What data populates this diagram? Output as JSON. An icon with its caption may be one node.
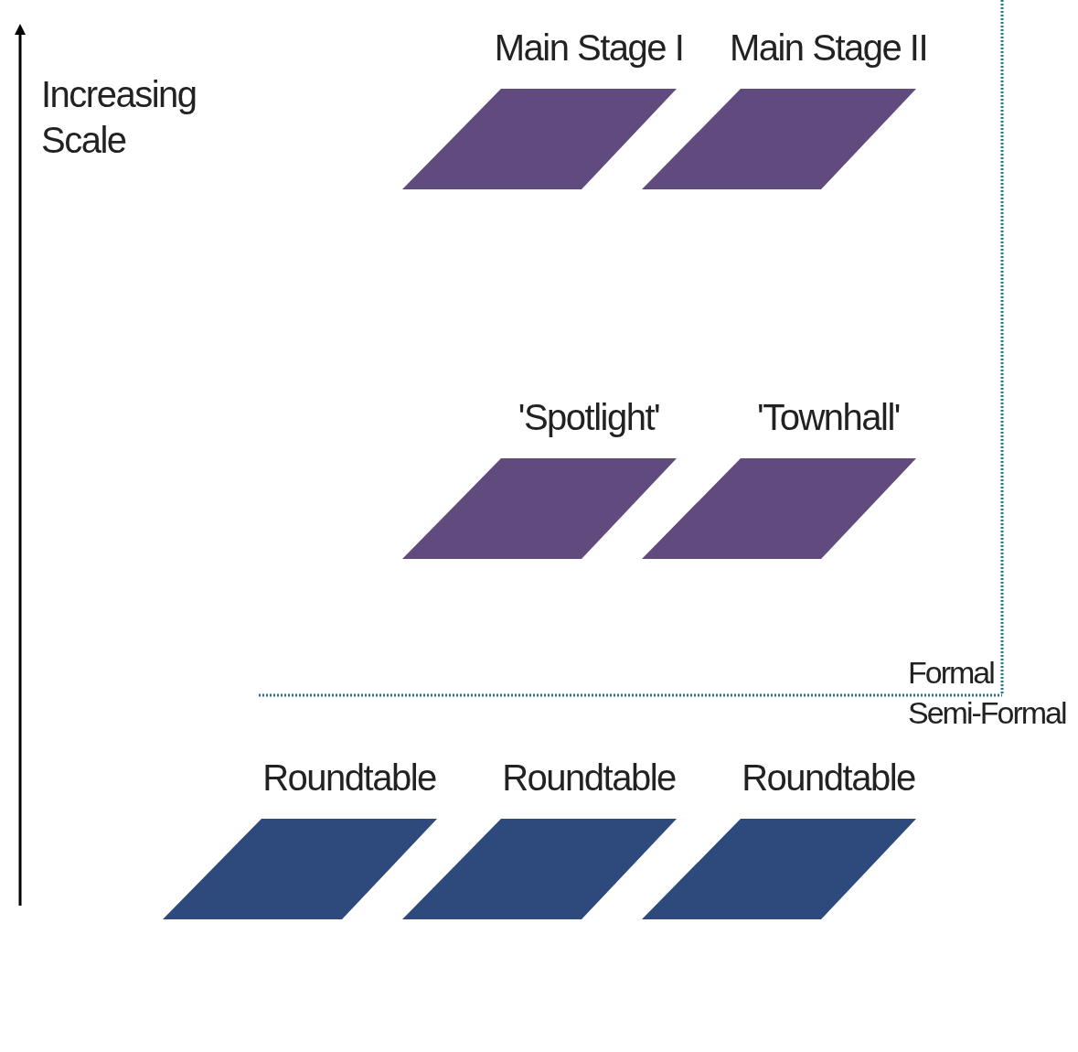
{
  "diagram": {
    "nodes": [
      {
        "text": [
          "Main Stage I"
        ]
      },
      {
        "text": [
          "Main Stage II"
        ]
      },
      {
        "text": [
          "'Spotlight'"
        ]
      },
      {
        "text": [
          "'Townhall'"
        ]
      },
      {
        "text": [
          "Roundtable"
        ]
      },
      {
        "text": [
          "Roundtable"
        ]
      },
      {
        "text": [
          "Roundtable"
        ]
      }
    ],
    "labels": [
      "Increasing Scale",
      "Formal",
      "Semi-Formal"
    ]
  }
}
